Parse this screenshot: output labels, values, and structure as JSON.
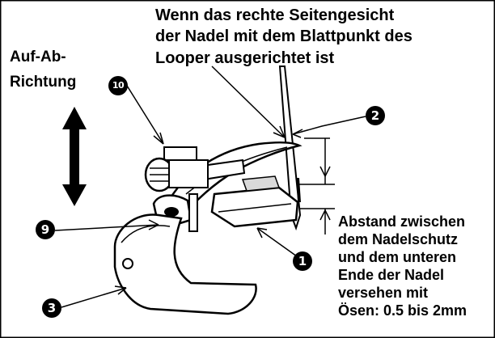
{
  "heading": {
    "lines": [
      "Wenn das rechte Seitengesicht",
      "der Nadel mit dem Blattpunkt des",
      "Looper ausgerichtet ist"
    ]
  },
  "direction_label": {
    "lines": [
      "Auf-Ab-",
      "Richtung"
    ]
  },
  "clearance_note": {
    "lines": [
      "Abstand zwischen",
      "dem Nadelschutz",
      "und dem unteren",
      "Ende der Nadel",
      "versehen mit",
      "Ösen: 0.5 bis 2mm"
    ]
  },
  "callouts": {
    "c1": "1",
    "c2": "2",
    "c3": "3",
    "c9": "9",
    "c10": "10"
  },
  "colors": {
    "ink": "#000000",
    "paper": "#ffffff",
    "shade": "#d9d9d9"
  }
}
